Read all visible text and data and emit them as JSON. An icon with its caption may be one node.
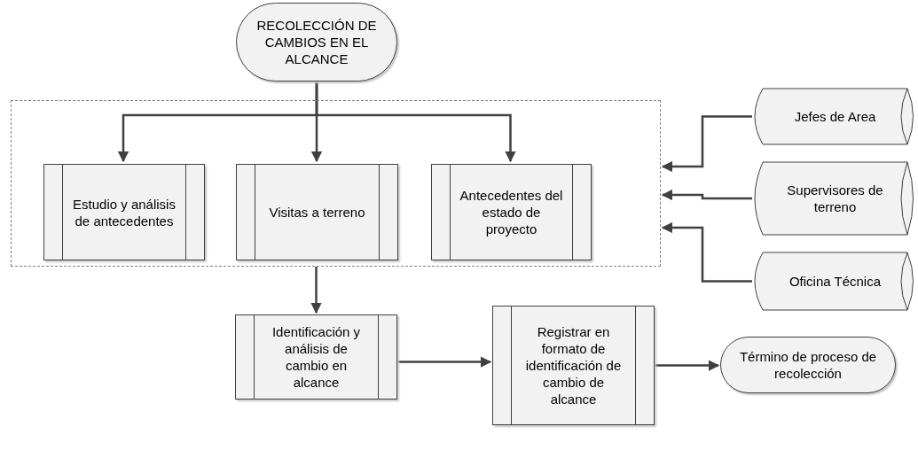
{
  "diagram": {
    "nodes": [
      {
        "text": [
          "RECOLECCIÓN DE CAMBIOS EN EL ALCANCE"
        ]
      },
      {
        "text": [],
        "shape": "box"
      },
      {
        "text": [
          "Estudio y análisis de antecedentes"
        ],
        "in": 1
      },
      {
        "text": [
          "Visitas a terreno"
        ],
        "in": 1
      },
      {
        "text": [
          "Antecedentes del estado de proyecto"
        ],
        "in": 1
      },
      {
        "text": [
          "Jefes de Area"
        ]
      },
      {
        "text": [
          "Supervisores de terreno"
        ]
      },
      {
        "text": [
          "Oficina Técnica"
        ]
      },
      {
        "text": [
          "Identificación y análisis de cambio en alcance"
        ]
      },
      {
        "text": [
          "Registrar en formato de identificación de cambio de alcance"
        ]
      },
      {
        "text": [
          "Término de proceso de recolección"
        ]
      }
    ],
    "edges": [
      {
        "from": 0,
        "to": 2,
        "arrow": "to"
      },
      {
        "from": 0,
        "to": 3,
        "arrow": "to"
      },
      {
        "from": 0,
        "to": 4,
        "arrow": "to"
      },
      {
        "from": 5,
        "to": 1,
        "arrow": "to"
      },
      {
        "from": 6,
        "to": 1,
        "arrow": "to"
      },
      {
        "from": 7,
        "to": 1,
        "arrow": "to"
      },
      {
        "from": 1,
        "to": 8,
        "arrow": "to"
      },
      {
        "from": 8,
        "to": 9,
        "arrow": "to"
      },
      {
        "from": 9,
        "to": 10,
        "arrow": "to"
      }
    ]
  }
}
